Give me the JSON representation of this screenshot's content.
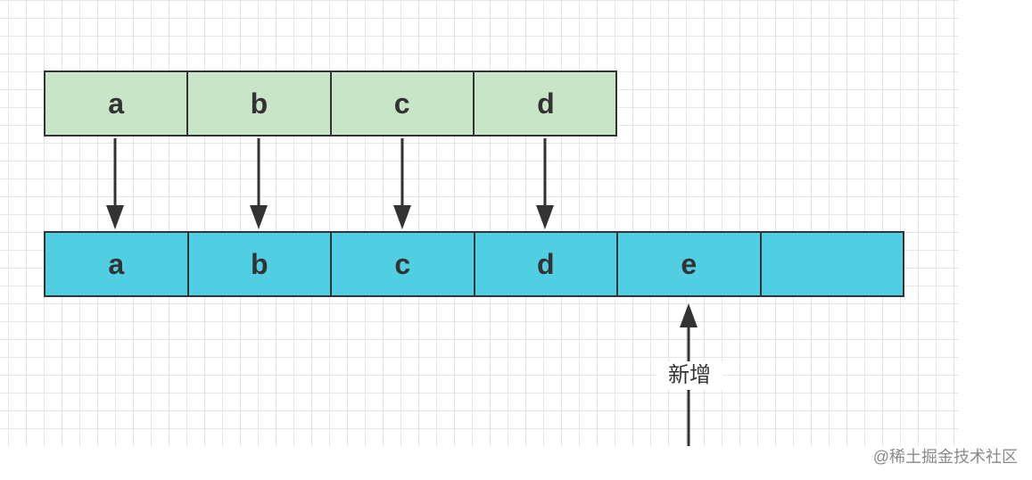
{
  "diagram": {
    "old_array": {
      "cells": [
        "a",
        "b",
        "c",
        "d"
      ],
      "color": "#c9e5c8"
    },
    "new_array": {
      "cells": [
        "a",
        "b",
        "c",
        "d",
        "e",
        ""
      ],
      "color": "#4fcfe1"
    },
    "add_label": "新增",
    "watermark": "@稀土掘金技术社区"
  }
}
